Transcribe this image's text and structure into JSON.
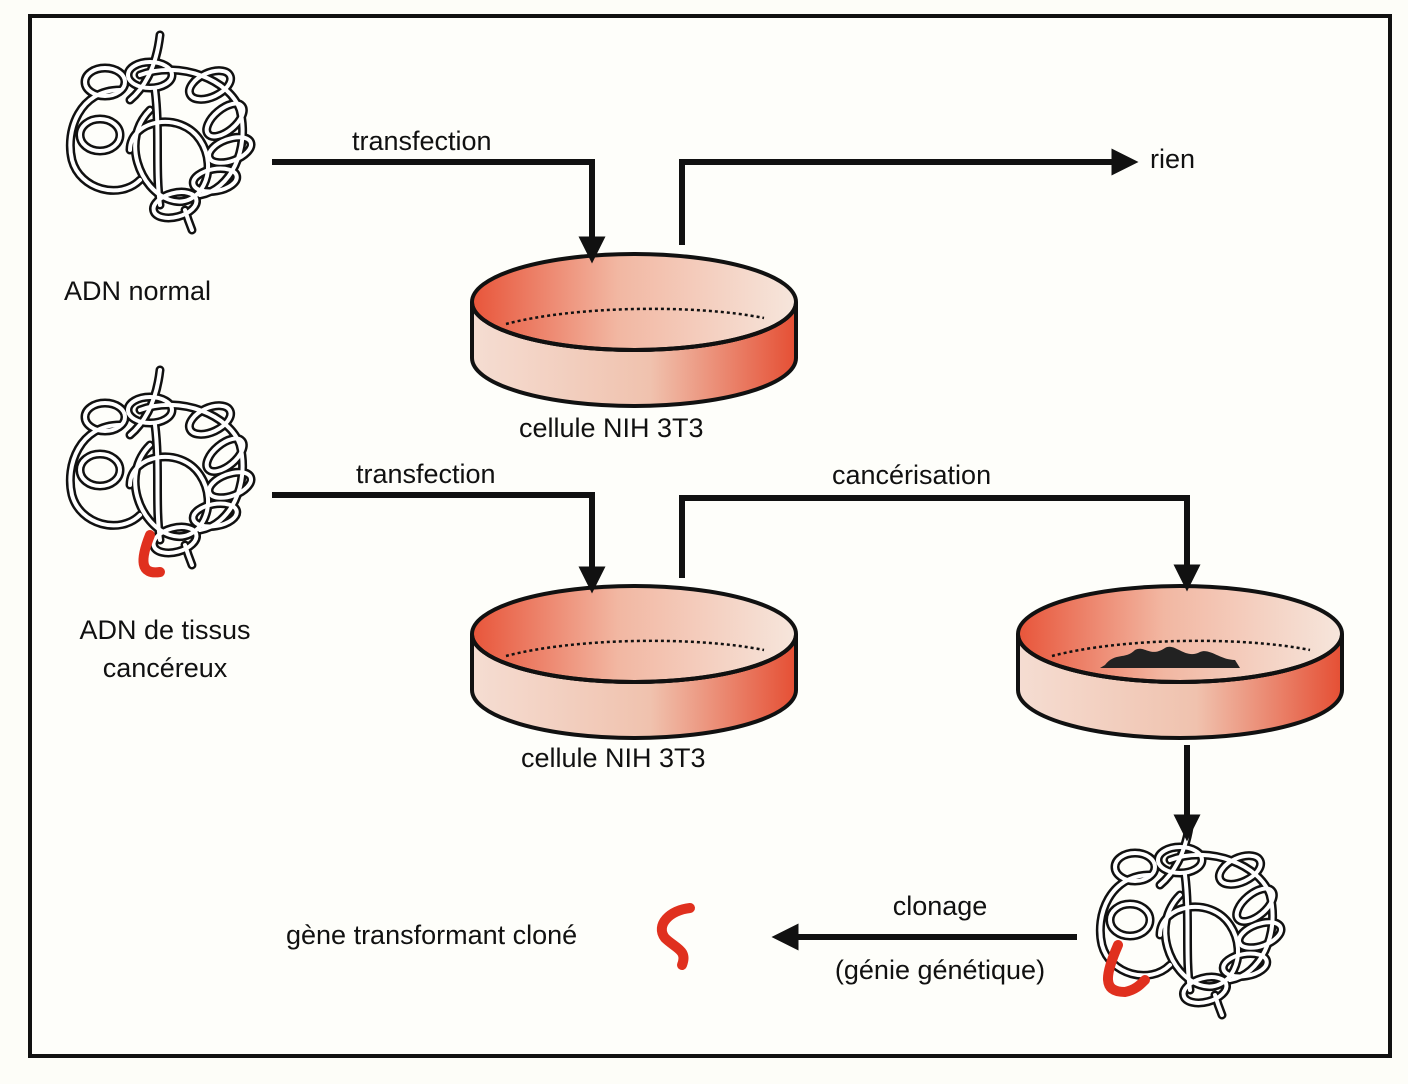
{
  "diagram": {
    "title": "Transfection experiment: identification of a transforming gene",
    "nodes": {
      "normal_dna": {
        "label": "ADN normal"
      },
      "cancer_dna": {
        "label_line1": "ADN de tissus",
        "label_line2": "cancéreux"
      },
      "dish_top": {
        "label": "cellule NIH 3T3"
      },
      "dish_bottom": {
        "label": "cellule NIH 3T3"
      },
      "result_nothing": {
        "label": "rien"
      },
      "cloned_gene": {
        "label": "gène transformant cloné"
      }
    },
    "edges": {
      "transfection_top": {
        "label": "transfection"
      },
      "transfection_bottom": {
        "label": "transfection"
      },
      "cancerisation": {
        "label": "cancérisation"
      },
      "cloning": {
        "label_line1": "clonage",
        "label_line2": "(génie génétique)"
      }
    },
    "colors": {
      "dish_fill": "#e9573a",
      "dish_light": "#f7dcd0",
      "oncogene": "#e0301e",
      "ink": "#111111"
    }
  }
}
